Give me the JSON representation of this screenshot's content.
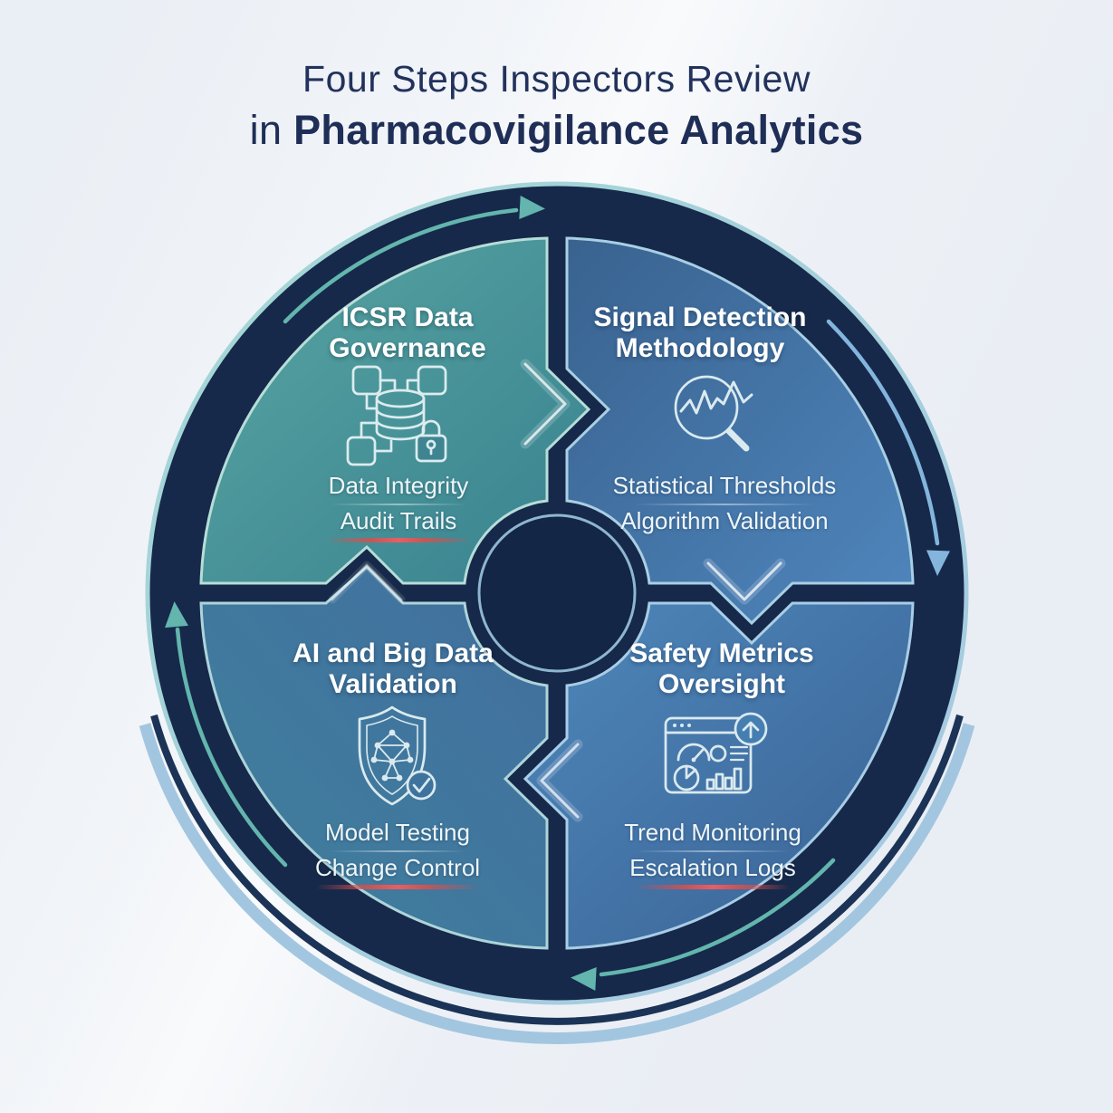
{
  "title": {
    "line1": "Four Steps Inspectors Review",
    "line2_prefix": "in ",
    "line2_emphasis": "Pharmacovigilance Analytics"
  },
  "quadrants": {
    "icsr": {
      "heading_line1": "ICSR Data",
      "heading_line2": "Governance",
      "icon": "database-network-lock-icon",
      "items": [
        "Data Integrity",
        "Audit Trails"
      ]
    },
    "signal": {
      "heading_line1": "Signal Detection",
      "heading_line2": "Methodology",
      "icon": "magnifier-trendline-icon",
      "items": [
        "Statistical Thresholds",
        "Algorithm Validation"
      ]
    },
    "ai": {
      "heading_line1": "AI and Big Data",
      "heading_line2": "Validation",
      "icon": "shield-neural-network-check-icon",
      "items": [
        "Model Testing",
        "Change Control"
      ]
    },
    "safety": {
      "heading_line1": "Safety Metrics",
      "heading_line2": "Oversight",
      "icon": "dashboard-gauge-charts-icon",
      "items": [
        "Trend Monitoring",
        "Escalation Logs"
      ]
    }
  },
  "cycle": {
    "direction": "clockwise",
    "arrow_icons": [
      "arrow-top-clockwise-icon",
      "arrow-right-clockwise-icon",
      "arrow-bottom-clockwise-icon",
      "arrow-left-clockwise-icon"
    ]
  },
  "colors": {
    "background": "#f1f4f8",
    "title_text": "#22325c",
    "ring_navy": "#16294a",
    "center_navy": "#132645",
    "quadrant_teal": "#47939a",
    "quadrant_blue": "#4a80b5",
    "accent_red": "#d94f4c",
    "arrow_teal": "#63b5ad",
    "arrow_blue": "#83b5dd",
    "text_white": "#eef6f8"
  }
}
